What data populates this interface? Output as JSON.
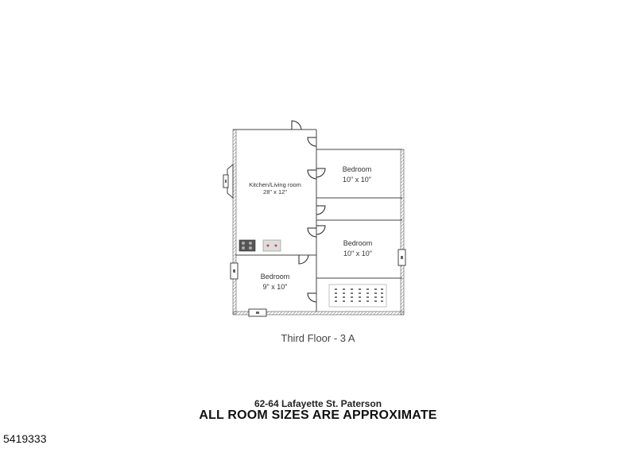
{
  "rooms": [
    {
      "name": "Kitchen/Living room",
      "size": "28\" x 12\""
    },
    {
      "name": "Bedroom",
      "size": "10\" x 10\""
    },
    {
      "name": "Bedroom",
      "size": "10\" x 10\""
    },
    {
      "name": "Bedroom",
      "size": "9\" x 10\""
    }
  ],
  "floor_label": "Third Floor - 3 A",
  "address": "62-64 Lafayette St. Paterson",
  "disclaimer": "ALL ROOM SIZES ARE APPROXIMATE",
  "listing_id": "5419333"
}
